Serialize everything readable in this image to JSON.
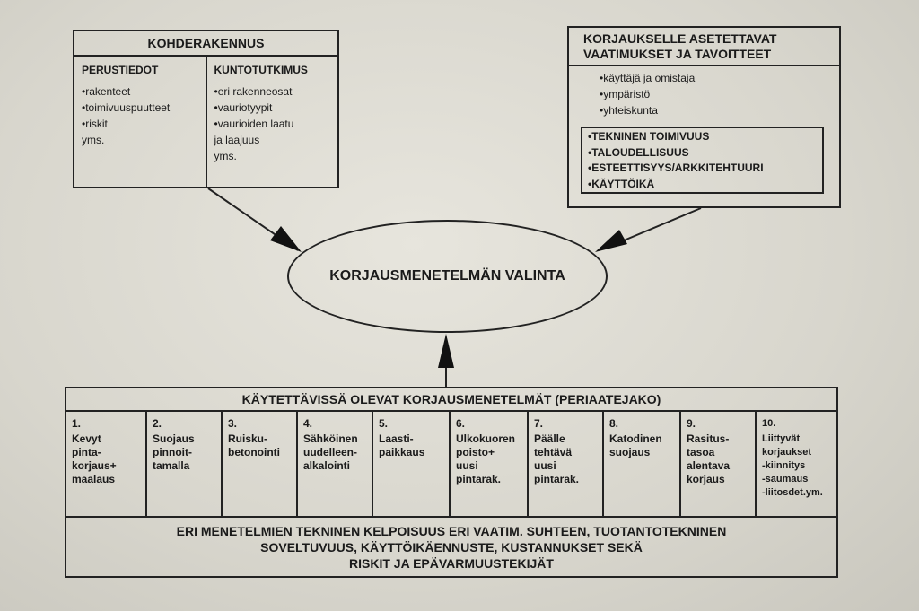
{
  "target_box": {
    "title": "KOHDERAKENNUS",
    "basic_info": {
      "heading": "PERUSTIEDOT",
      "items": [
        "rakenteet",
        "toimivuuspuutteet",
        "riskit\nyms."
      ]
    },
    "condition_survey": {
      "heading": "KUNTOTUTKIMUS",
      "items": [
        "eri rakenneosat",
        "vauriotyypit",
        "vaurioiden laatu\nja laajuus\nyms."
      ]
    }
  },
  "requirements_box": {
    "title_line1": "KORJAUKSELLE ASETETTAVAT",
    "title_line2": "VAATIMUKSET JA TAVOITTEET",
    "stakeholders": [
      "käyttäjä ja omistaja",
      "ympäristö",
      "yhteiskunta"
    ],
    "criteria": [
      "TEKNINEN TOIMIVUUS",
      "TALOUDELLISUUS",
      "ESTEETTISYYS/ARKKITEHTUURI",
      "KÄYTTÖIKÄ"
    ]
  },
  "decision": {
    "label": "KORJAUSMENETELMÄN VALINTA"
  },
  "methods_box": {
    "title": "KÄYTETTÄVISSÄ OLEVAT KORJAUSMENETELMÄT (PERIAATEJAKO)",
    "methods": [
      {
        "num": "1.",
        "text": "Kevyt\npinta-\nkorjaus+\nmaalaus"
      },
      {
        "num": "2.",
        "text": "Suojaus\npinnoit-\ntamalla"
      },
      {
        "num": "3.",
        "text": "Ruisku-\nbetonointi"
      },
      {
        "num": "4.",
        "text": "Sähköinen\nuudelleen-\nalkalointi"
      },
      {
        "num": "5.",
        "text": "Laasti-\npaikkaus"
      },
      {
        "num": "6.",
        "text": "Ulkokuoren\npoisto+\nuusi\npintarak."
      },
      {
        "num": "7.",
        "text": "Päälle\ntehtävä\nuusi\npintarak."
      },
      {
        "num": "8.",
        "text": "Katodinen\nsuojaus"
      },
      {
        "num": "9.",
        "text": "Rasitus-\ntasoa\nalentava\nkorjaus"
      },
      {
        "num": "10.",
        "text": "Liittyvät\nkorjaukset\n-kiinnitys\n-saumaus\n-liitosdet.ym."
      }
    ],
    "footer_line1": "ERI MENETELMIEN TEKNINEN KELPOISUUS ERI VAATIM. SUHTEEN, TUOTANTOTEKNINEN",
    "footer_line2": "SOVELTUVUUS, KÄYTTÖIKÄENNUSTE, KUSTANNUKSET SEKÄ",
    "footer_line3": "RISKIT JA EPÄVARMUUSTEKIJÄT"
  },
  "colors": {
    "ink": "#1a1a1a",
    "paper": "#e2e0d8"
  }
}
